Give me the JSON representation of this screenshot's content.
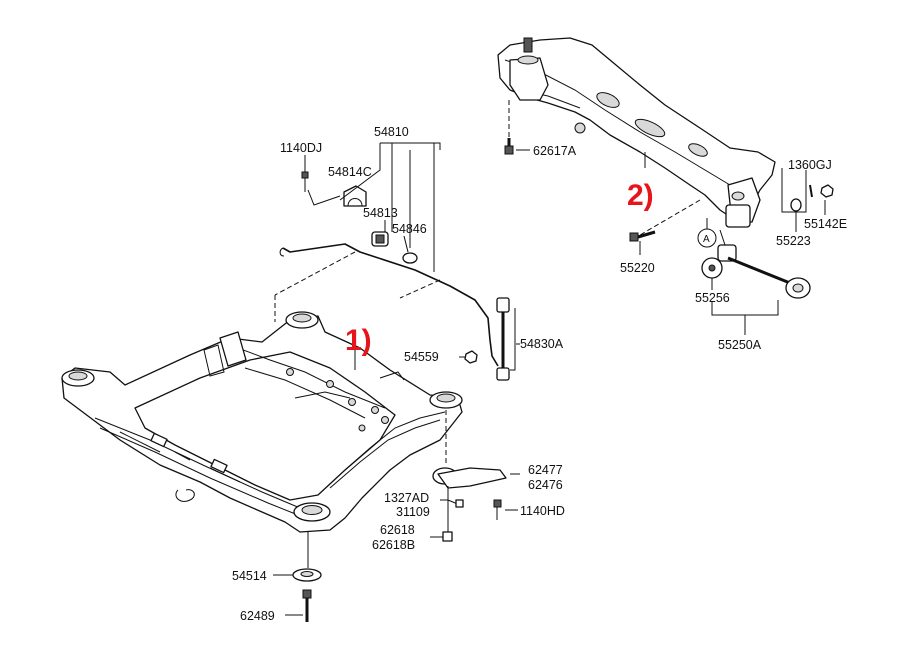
{
  "markers": {
    "front": "1)",
    "rear": "2)"
  },
  "parts": {
    "p1140DJ": "1140DJ",
    "p54810": "54810",
    "p54814C": "54814C",
    "p54813": "54813",
    "p54846": "54846",
    "p54559": "54559",
    "p54830A": "54830A",
    "p62477": "62477",
    "p62476": "62476",
    "p1327AD": "1327AD",
    "p31109": "31109",
    "p1140HD": "1140HD",
    "p62618": "62618",
    "p62618B": "62618B",
    "p54514": "54514",
    "p62489": "62489",
    "p62617A": "62617A",
    "p1360GJ": "1360GJ",
    "p55142E": "55142E",
    "p55223": "55223",
    "p55220": "55220",
    "p55256": "55256",
    "p55250A": "55250A",
    "refA": "A"
  }
}
